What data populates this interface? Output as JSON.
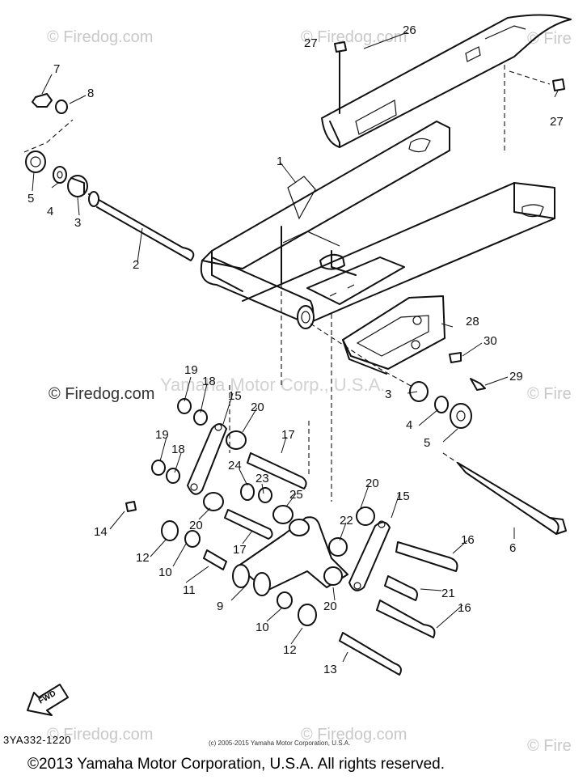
{
  "watermarks": {
    "site": "© Firedog.com",
    "site_partial": "© Fire",
    "brand": "Yamaha Motor Corp., U.S.A."
  },
  "callouts": {
    "c1": "1",
    "c2": "2",
    "c3a": "3",
    "c3b": "3",
    "c4a": "4",
    "c4b": "4",
    "c5a": "5",
    "c5b": "5",
    "c6": "6",
    "c7": "7",
    "c8": "8",
    "c9": "9",
    "c10a": "10",
    "c10b": "10",
    "c11": "11",
    "c12a": "12",
    "c12b": "12",
    "c13": "13",
    "c14": "14",
    "c15a": "15",
    "c15b": "15",
    "c16a": "16",
    "c16b": "16",
    "c17a": "17",
    "c17b": "17",
    "c18a": "18",
    "c18b": "18",
    "c19a": "19",
    "c19b": "19",
    "c20a": "20",
    "c20b": "20",
    "c20c": "20",
    "c20d": "20",
    "c21": "21",
    "c22": "22",
    "c23": "23",
    "c24": "24",
    "c25": "25",
    "c26": "26",
    "c27a": "27",
    "c27b": "27",
    "c28": "28",
    "c29": "29",
    "c30": "30"
  },
  "fwd_label": "FWD",
  "diagram_code": "3YA332-1220",
  "fine_print": "(c) 2005-2015 Yamaha Motor Corporation, U.S.A.",
  "copyright": "©2013 Yamaha Motor Corporation, U.S.A. All rights reserved."
}
